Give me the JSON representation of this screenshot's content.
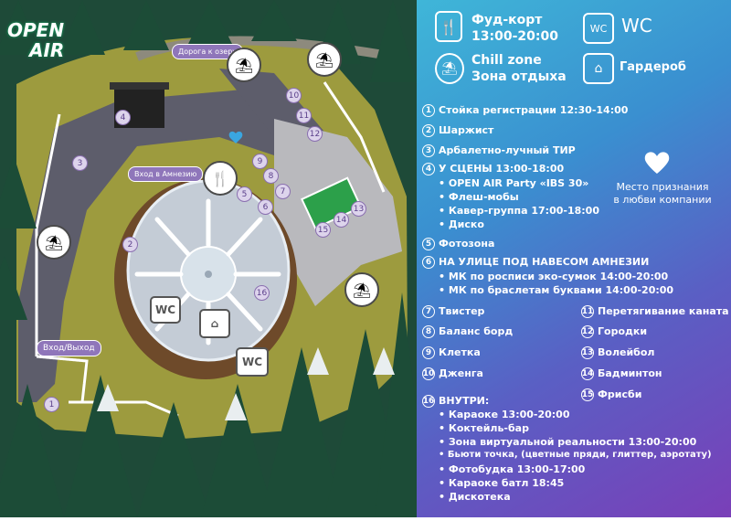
{
  "logo": {
    "line1": "OPEN",
    "line2": "AIR"
  },
  "map_labels": {
    "lake_road": "Дорога к озеру",
    "amnesia_entrance": "Вход в Амнезию",
    "entrance_exit": "Вход/Выход",
    "wc": "WC"
  },
  "map_badges": [
    "1",
    "2",
    "3",
    "4",
    "5",
    "6",
    "7",
    "8",
    "9",
    "10",
    "11",
    "12",
    "13",
    "14",
    "15",
    "16"
  ],
  "legend": {
    "food": {
      "title": "Фуд-корт",
      "time": "13:00-20:00"
    },
    "wc": {
      "label": "WC"
    },
    "chill": {
      "title": "Chill zone",
      "subtitle": "Зона отдыха"
    },
    "wardrobe": {
      "label": "Гардероб"
    },
    "love_place": {
      "line1": "Место признания",
      "line2": "в любви компании"
    },
    "items": [
      {
        "n": "1",
        "text": "Стойка регистрации 12:30-14:00"
      },
      {
        "n": "2",
        "text": "Шаржист"
      },
      {
        "n": "3",
        "text": "Арбалетно-лучный ТИР"
      },
      {
        "n": "4",
        "text": "У СЦЕНЫ  13:00-18:00"
      },
      {
        "n": "5",
        "text": "Фотозона"
      },
      {
        "n": "6",
        "text": "НА УЛИЦЕ ПОД НАВЕСОМ АМНЕЗИИ"
      },
      {
        "n": "7",
        "text": "Твистер"
      },
      {
        "n": "8",
        "text": "Баланс борд"
      },
      {
        "n": "9",
        "text": "Клетка"
      },
      {
        "n": "10",
        "text": "Дженга"
      },
      {
        "n": "11",
        "text": "Перетягивание каната"
      },
      {
        "n": "12",
        "text": "Городки"
      },
      {
        "n": "13",
        "text": "Волейбол"
      },
      {
        "n": "14",
        "text": "Бадминтон"
      },
      {
        "n": "15",
        "text": "Фрисби"
      },
      {
        "n": "16",
        "text": "ВНУТРИ:"
      }
    ],
    "stage_sub": [
      "• OPEN AIR Party «IBS 30»",
      "• Флеш-мобы",
      "• Кавер-группа 17:00-18:00",
      "• Диско"
    ],
    "outside_sub": [
      "• МК по росписи эко-сумок 14:00-20:00",
      "• МК по браслетам буквами 14:00-20:00"
    ],
    "inside_sub": [
      "• Караоке 13:00-20:00",
      "• Коктейль-бар",
      "• Зона виртуальной реальности 13:00-20:00",
      "• Бьюти точка, (цветные пряди, глиттер, аэротату)",
      "• Фотобудка 13:00-17:00",
      "• Караоке батл 18:45",
      "• Дискотека"
    ]
  },
  "colors": {
    "grass": "#9a9a3c",
    "road": "#5d5d6b",
    "tree": "#1f4d3a",
    "badge": "#8f76ba"
  }
}
